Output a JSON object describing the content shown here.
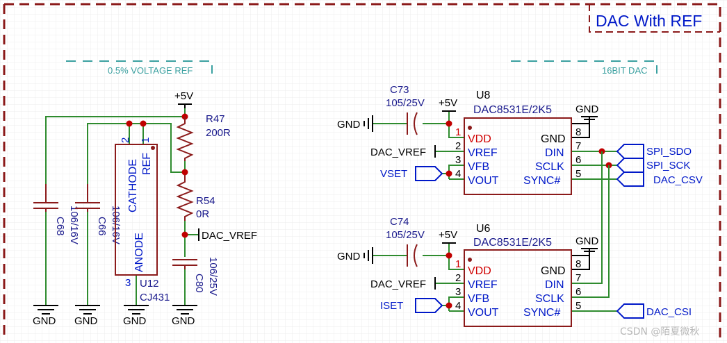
{
  "sheet": {
    "title": "DAC With REF"
  },
  "sections": {
    "ref": "0.5% VOLTAGE REF",
    "dac": "16BIT DAC"
  },
  "ref": {
    "vcc": "+5V",
    "r47": {
      "ref": "R47",
      "val": "200R"
    },
    "r54": {
      "ref": "R54",
      "val": "0R"
    },
    "c68": {
      "ref": "C68",
      "val": "106/16V"
    },
    "c66": {
      "ref": "C66",
      "val": "106/16V"
    },
    "c80": {
      "ref": "C80",
      "val": "106/25V"
    },
    "u12": {
      "ref": "U12",
      "val": "CJ431",
      "cathode": "CATHODE",
      "refpin": "REF",
      "anode": "ANODE",
      "p1": "1",
      "p2": "2",
      "p3": "3"
    },
    "net_dac_vref": "DAC_VREF",
    "gnd": "GND"
  },
  "dac": {
    "gnd": "GND",
    "vcc": "+5V",
    "u8": {
      "ref": "U8",
      "val": "DAC8531E/2K5",
      "cap_ref": "C73",
      "cap_val": "105/25V",
      "vref_net": "DAC_VREF",
      "vfb_net": "VSET",
      "sync_net": "DAC_CSV"
    },
    "u6": {
      "ref": "U6",
      "val": "DAC8531E/2K5",
      "cap_ref": "C74",
      "cap_val": "105/25V",
      "vref_net": "DAC_VREF",
      "vfb_net": "ISET",
      "sync_net": "DAC_CSI"
    },
    "pins": {
      "vdd": "VDD",
      "vref": "VREF",
      "vfb": "VFB",
      "vout": "VOUT",
      "gnd": "GND",
      "din": "DIN",
      "sclk": "SCLK",
      "sync": "SYNC#",
      "n1": "1",
      "n2": "2",
      "n3": "3",
      "n4": "4",
      "n5": "5",
      "n6": "6",
      "n7": "7",
      "n8": "8"
    },
    "spi_sdo": "SPI_SDO",
    "spi_sck": "SPI_SCK"
  },
  "watermark": "CSDN @陌夏微秋"
}
